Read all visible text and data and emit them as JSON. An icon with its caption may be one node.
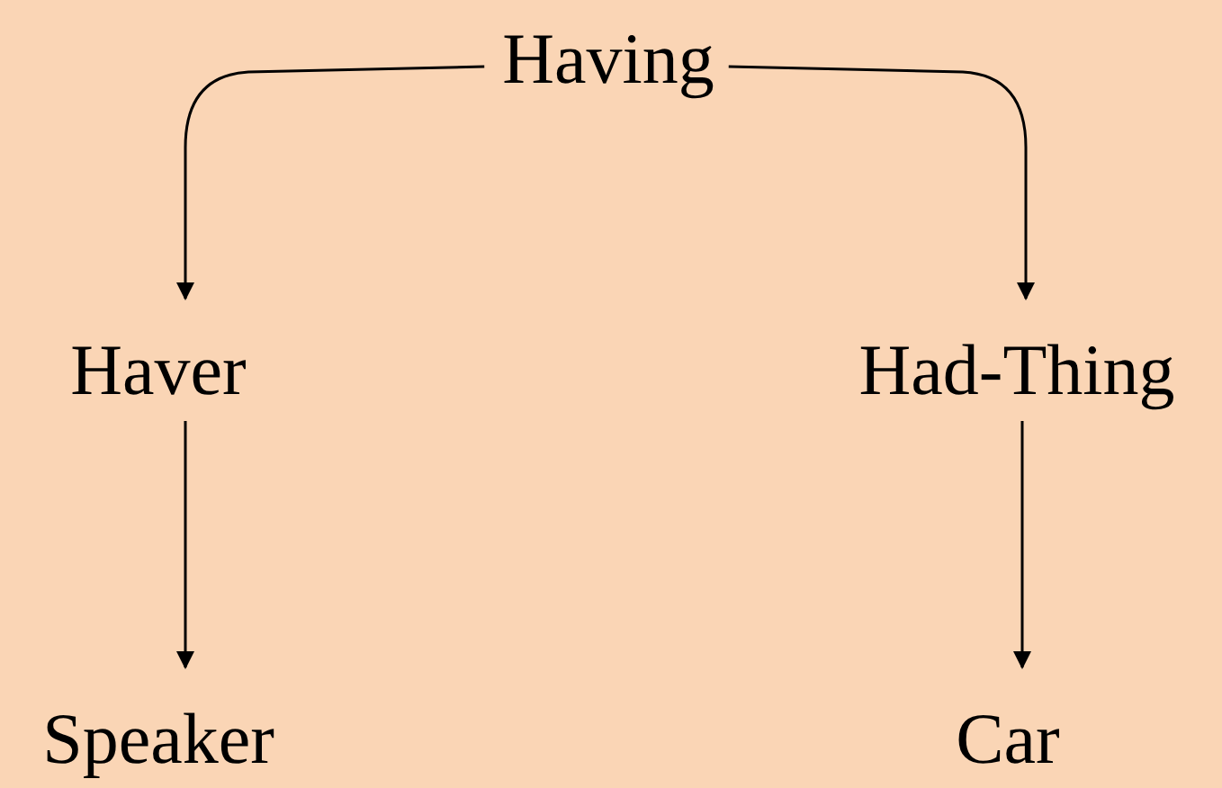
{
  "diagram": {
    "nodes": [
      {
        "text": [
          "Having"
        ]
      },
      {
        "text": [
          "Haver"
        ]
      },
      {
        "text": [
          "Had-Thing"
        ]
      },
      {
        "text": [
          "Speaker"
        ]
      },
      {
        "text": [
          "Car"
        ]
      }
    ],
    "edges": [
      {
        "from": 0,
        "to": 1,
        "arrow": "to"
      },
      {
        "from": 0,
        "to": 2,
        "arrow": "to"
      },
      {
        "from": 1,
        "to": 3,
        "arrow": "to"
      },
      {
        "from": 2,
        "to": 4,
        "arrow": "to"
      }
    ]
  }
}
